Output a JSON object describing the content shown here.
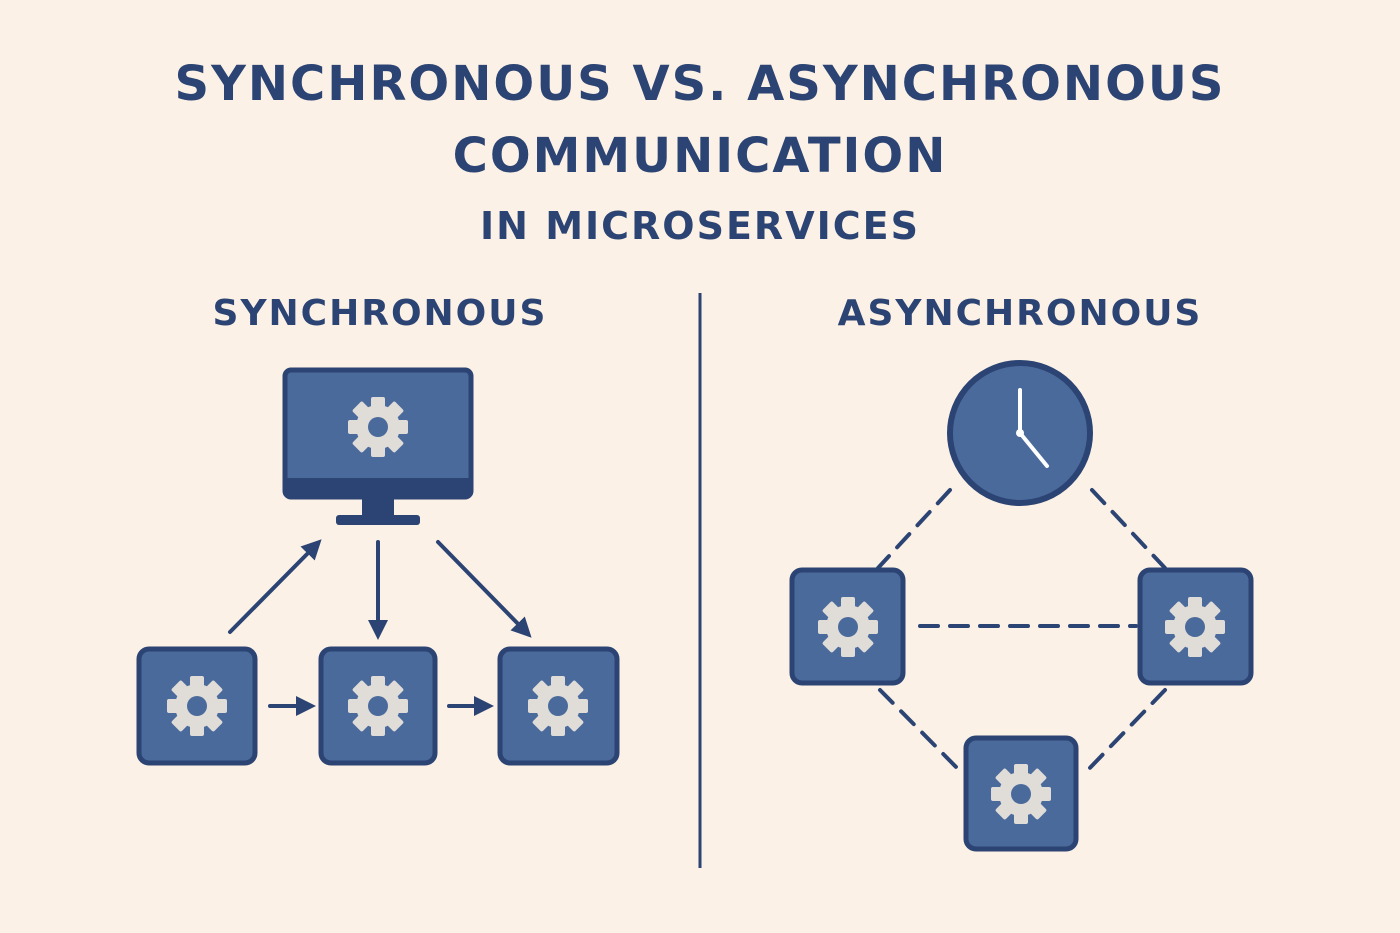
{
  "header": {
    "title_line_1": "SYNCHRONOUS VS. ASYNCHRONOUS",
    "title_line_2": "COMMUNICATION",
    "subtitle": "IN MICROSERVICES"
  },
  "panels": {
    "synchronous": {
      "heading": "SYNCHRONOUS"
    },
    "asynchronous": {
      "heading": "ASYNCHRONOUS"
    }
  },
  "icons": {
    "service": "gear-icon",
    "client": "monitor-icon",
    "scheduler": "clock-icon"
  },
  "colors": {
    "background": "#fcf1e6",
    "navy": "#2b4473",
    "tile_fill": "#4b6a9c",
    "gear": "#e0ddd9"
  }
}
